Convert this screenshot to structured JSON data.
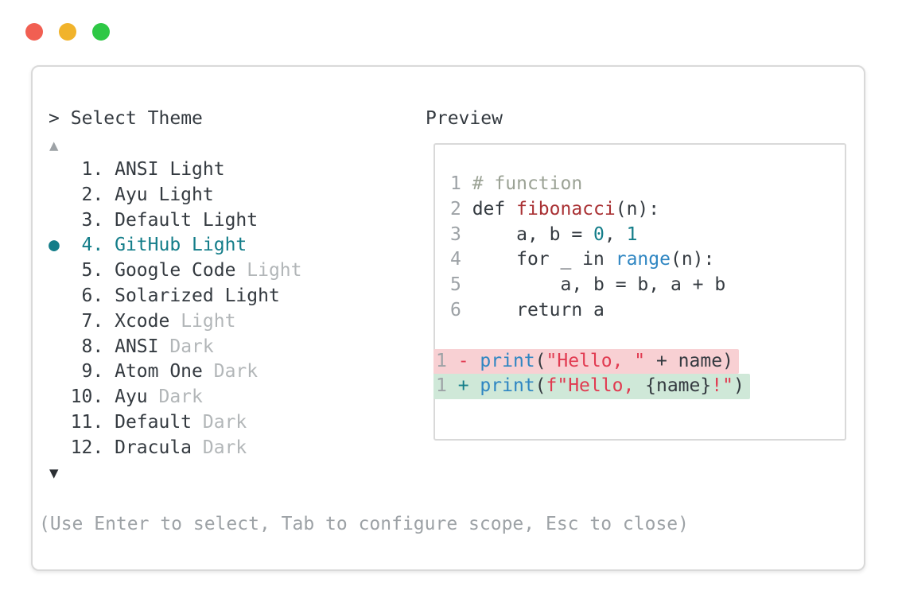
{
  "colors": {
    "accent_teal": "#137d89",
    "text": "#343a40",
    "dim_gray": "#b2b6b8",
    "muted_gray": "#9da2a6",
    "comment_green": "#9ba295",
    "function_red": "#a93134",
    "string_red": "#e13a50",
    "builtin_blue": "#2f86c2",
    "diff_removed_bg": "#f8d0d3",
    "diff_added_bg": "#cfe8d8",
    "traffic_red": "#f15f52",
    "traffic_yellow": "#f1b32b",
    "traffic_green": "#2ec845",
    "border_gray": "#d9d9d9"
  },
  "picker": {
    "prompt": ">",
    "title": "Select Theme",
    "scroll_up_icon": "▲",
    "scroll_down_icon": "▼",
    "selected_marker": "●",
    "footer": "(Use Enter to select, Tab to configure scope, Esc to close)",
    "items": [
      {
        "number": 1,
        "label": "ANSI",
        "variant": "Light",
        "variant_dimmed": false,
        "selected": false
      },
      {
        "number": 2,
        "label": "Ayu",
        "variant": "Light",
        "variant_dimmed": false,
        "selected": false
      },
      {
        "number": 3,
        "label": "Default",
        "variant": "Light",
        "variant_dimmed": false,
        "selected": false
      },
      {
        "number": 4,
        "label": "GitHub",
        "variant": "Light",
        "variant_dimmed": false,
        "selected": true
      },
      {
        "number": 5,
        "label": "Google Code",
        "variant": "Light",
        "variant_dimmed": true,
        "selected": false
      },
      {
        "number": 6,
        "label": "Solarized",
        "variant": "Light",
        "variant_dimmed": false,
        "selected": false
      },
      {
        "number": 7,
        "label": "Xcode",
        "variant": "Light",
        "variant_dimmed": true,
        "selected": false
      },
      {
        "number": 8,
        "label": "ANSI",
        "variant": "Dark",
        "variant_dimmed": true,
        "selected": false
      },
      {
        "number": 9,
        "label": "Atom One",
        "variant": "Dark",
        "variant_dimmed": true,
        "selected": false
      },
      {
        "number": 10,
        "label": "Ayu",
        "variant": "Dark",
        "variant_dimmed": true,
        "selected": false
      },
      {
        "number": 11,
        "label": "Default",
        "variant": "Dark",
        "variant_dimmed": true,
        "selected": false
      },
      {
        "number": 12,
        "label": "Dracula",
        "variant": "Dark",
        "variant_dimmed": true,
        "selected": false
      }
    ]
  },
  "preview": {
    "title": "Preview",
    "code_lines": [
      {
        "num": "1",
        "tokens": [
          {
            "text": "# function",
            "color": "comment"
          }
        ]
      },
      {
        "num": "2",
        "tokens": [
          {
            "text": "def ",
            "color": "code"
          },
          {
            "text": "fibonacci",
            "color": "function"
          },
          {
            "text": "(n):",
            "color": "code"
          }
        ]
      },
      {
        "num": "3",
        "tokens": [
          {
            "text": "    a, b = ",
            "color": "code"
          },
          {
            "text": "0",
            "color": "number"
          },
          {
            "text": ", ",
            "color": "code"
          },
          {
            "text": "1",
            "color": "number"
          }
        ]
      },
      {
        "num": "4",
        "tokens": [
          {
            "text": "    for _ in ",
            "color": "code"
          },
          {
            "text": "range",
            "color": "builtin"
          },
          {
            "text": "(n):",
            "color": "code"
          }
        ]
      },
      {
        "num": "5",
        "tokens": [
          {
            "text": "        a, b = b, a + b",
            "color": "code"
          }
        ]
      },
      {
        "num": "6",
        "tokens": [
          {
            "text": "    return a",
            "color": "code"
          }
        ]
      }
    ],
    "diff_lines": [
      {
        "num": "1",
        "kind": "removed",
        "tokens": [
          {
            "text": "- ",
            "color": "string"
          },
          {
            "text": "print",
            "color": "builtin"
          },
          {
            "text": "(",
            "color": "code"
          },
          {
            "text": "\"Hello, \"",
            "color": "string"
          },
          {
            "text": " + name)",
            "color": "code"
          }
        ]
      },
      {
        "num": "1",
        "kind": "added",
        "tokens": [
          {
            "text": "+ ",
            "color": "accent"
          },
          {
            "text": "print",
            "color": "builtin"
          },
          {
            "text": "(",
            "color": "code"
          },
          {
            "text": "f\"Hello, ",
            "color": "string"
          },
          {
            "text": "{name}",
            "color": "code"
          },
          {
            "text": "!\"",
            "color": "string"
          },
          {
            "text": ")",
            "color": "code"
          }
        ]
      }
    ]
  }
}
